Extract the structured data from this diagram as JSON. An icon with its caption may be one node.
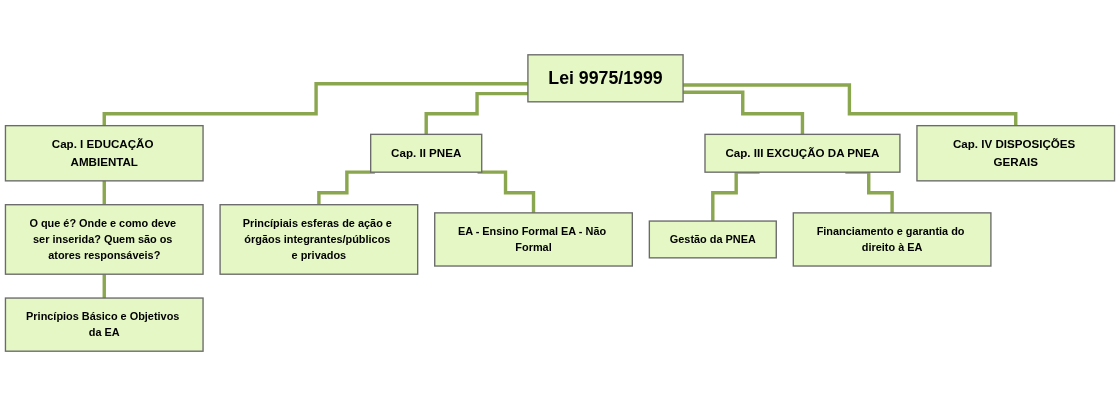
{
  "diagram": {
    "nodes": [
      {
        "text": [
          "Lei 9975/1999"
        ]
      },
      {
        "text": [
          "Cap. I EDUCAÇÃO AMBIENTAL"
        ]
      },
      {
        "text": [
          "O que é? Onde e como deve ser inserida? Quem são os atores responsáveis?"
        ]
      },
      {
        "text": [
          "Princípios Básico e Objetivos da EA"
        ]
      },
      {
        "text": [
          "Cap. II PNEA"
        ]
      },
      {
        "text": [
          "Princípiais esferas de ação e órgãos integrantes/públicos e privados"
        ]
      },
      {
        "text": [
          "EA - **Ensino Formal** EA - **Não Formal**"
        ]
      },
      {
        "text": [
          "Cap. III EXCUÇÃO DA PNEA"
        ]
      },
      {
        "text": [
          "Gestão da PNEA"
        ]
      },
      {
        "text": [
          "Financiamento e garantia do direito à EA"
        ]
      },
      {
        "text": [
          "Cap. IV DISPOSIÇÕES GERAIS"
        ]
      }
    ],
    "edges": [
      {
        "from": 0,
        "to": 1,
        "arrow": "none"
      },
      {
        "from": 0,
        "to": 4,
        "arrow": "none"
      },
      {
        "from": 0,
        "to": 7,
        "arrow": "none"
      },
      {
        "from": 0,
        "to": 10,
        "arrow": "none"
      },
      {
        "from": 1,
        "to": 2,
        "arrow": "none"
      },
      {
        "from": 2,
        "to": 3,
        "arrow": "none"
      },
      {
        "from": 4,
        "to": 5,
        "arrow": "none"
      },
      {
        "from": 4,
        "to": 6,
        "arrow": "none"
      },
      {
        "from": 7,
        "to": 8,
        "arrow": "none"
      },
      {
        "from": 7,
        "to": 9,
        "arrow": "none"
      }
    ]
  }
}
